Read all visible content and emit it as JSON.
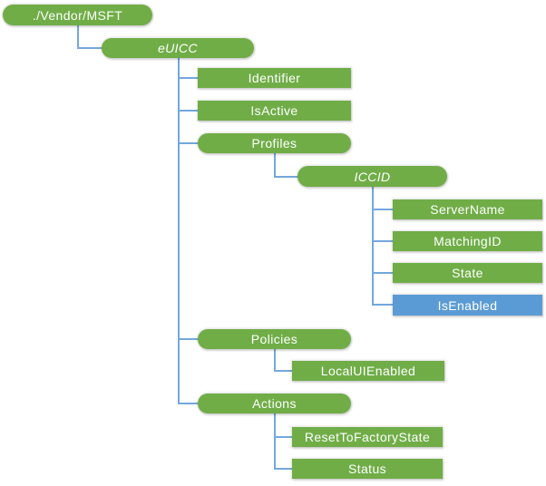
{
  "colors": {
    "node_green": "#70AD47",
    "node_blue": "#5B9BD5",
    "connector": "#74A7DE",
    "node_text": "#FFFFFF",
    "background": "#FFFFFF"
  },
  "diagram": {
    "type": "tree",
    "description_of_depicted_structure": "CSP configuration tree rooted at ./Vendor/MSFT",
    "nodes": [
      {
        "label": "./Vendor/MSFT",
        "shape": "rounded",
        "color": "green",
        "italic": false,
        "parent": null
      },
      {
        "label": "eUICC",
        "shape": "rounded",
        "color": "green",
        "italic": true,
        "parent": "./Vendor/MSFT"
      },
      {
        "label": "Identifier",
        "shape": "rectangle",
        "color": "green",
        "italic": false,
        "parent": "eUICC"
      },
      {
        "label": "IsActive",
        "shape": "rectangle",
        "color": "green",
        "italic": false,
        "parent": "eUICC"
      },
      {
        "label": "Profiles",
        "shape": "rounded",
        "color": "green",
        "italic": false,
        "parent": "eUICC"
      },
      {
        "label": "ICCID",
        "shape": "rounded",
        "color": "green",
        "italic": true,
        "parent": "Profiles"
      },
      {
        "label": "ServerName",
        "shape": "rectangle",
        "color": "green",
        "italic": false,
        "parent": "ICCID"
      },
      {
        "label": "MatchingID",
        "shape": "rectangle",
        "color": "green",
        "italic": false,
        "parent": "ICCID"
      },
      {
        "label": "State",
        "shape": "rectangle",
        "color": "green",
        "italic": false,
        "parent": "ICCID"
      },
      {
        "label": "IsEnabled",
        "shape": "rectangle",
        "color": "blue",
        "italic": false,
        "parent": "ICCID"
      },
      {
        "label": "Policies",
        "shape": "rounded",
        "color": "green",
        "italic": false,
        "parent": "eUICC"
      },
      {
        "label": "LocalUIEnabled",
        "shape": "rectangle",
        "color": "green",
        "italic": false,
        "parent": "Policies"
      },
      {
        "label": "Actions",
        "shape": "rounded",
        "color": "green",
        "italic": false,
        "parent": "eUICC"
      },
      {
        "label": "ResetToFactoryState",
        "shape": "rectangle",
        "color": "green",
        "italic": false,
        "parent": "Actions"
      },
      {
        "label": "Status",
        "shape": "rectangle",
        "color": "green",
        "italic": false,
        "parent": "Actions"
      }
    ]
  }
}
